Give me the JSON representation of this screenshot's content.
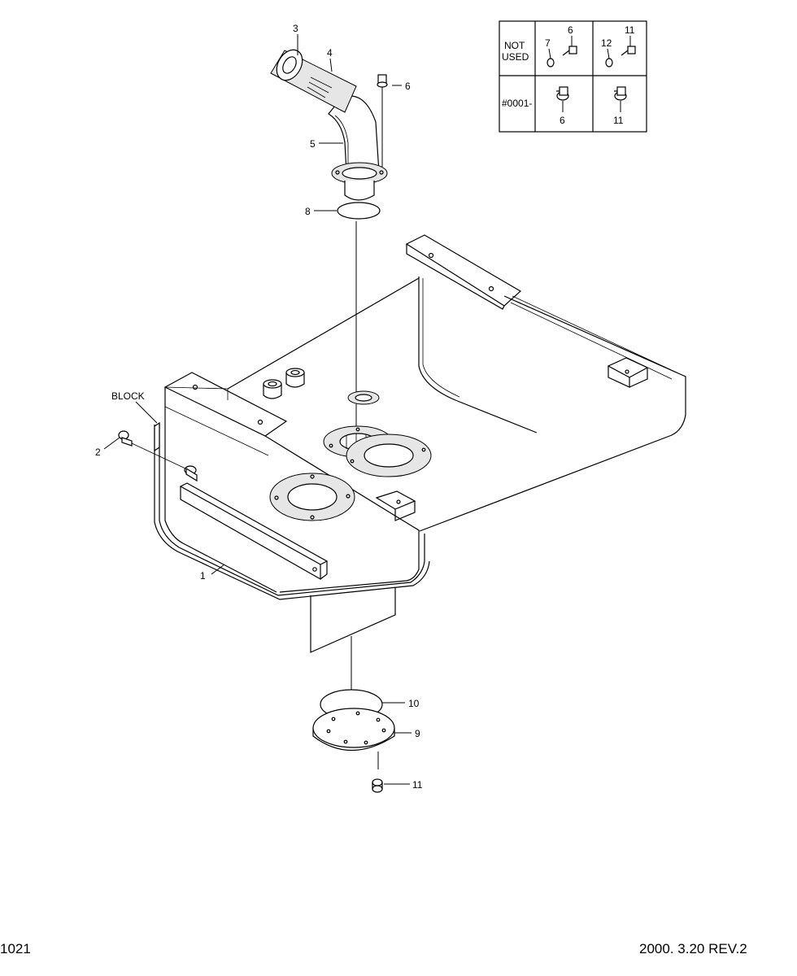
{
  "footer": {
    "page_number": "1021",
    "date_revision": "2000. 3.20  REV.2"
  },
  "table": {
    "row1_label": "NOT USED",
    "row1_label_line1": "NOT",
    "row1_label_line2": "USED",
    "row2_label": "#0001-",
    "row1_cell1_parts": [
      "7",
      "6"
    ],
    "row1_cell2_parts": [
      "12",
      "11"
    ],
    "row2_cell1_parts": [
      "6"
    ],
    "row2_cell2_parts": [
      "11"
    ]
  },
  "callouts": {
    "c1": "1",
    "c2": "2",
    "c3": "3",
    "c4": "4",
    "c5": "5",
    "c6": "6",
    "c8": "8",
    "c9": "9",
    "c10": "10",
    "c11": "11",
    "block": "BLOCK"
  }
}
